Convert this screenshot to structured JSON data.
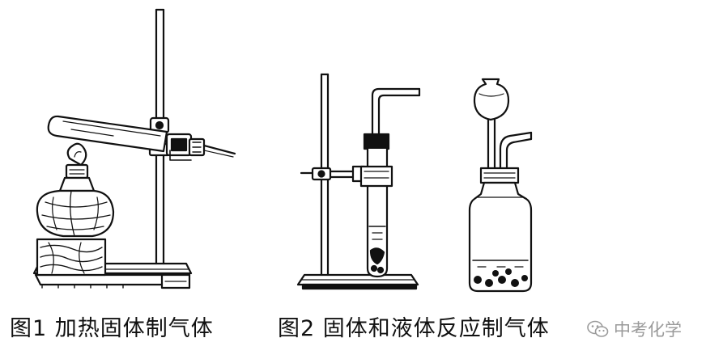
{
  "figure1": {
    "caption": "图1  加热固体制气体"
  },
  "figure2": {
    "caption": "图2  固体和液体反应制气体"
  },
  "watermark": {
    "text": "中考化学",
    "icon": "wechat-icon"
  }
}
